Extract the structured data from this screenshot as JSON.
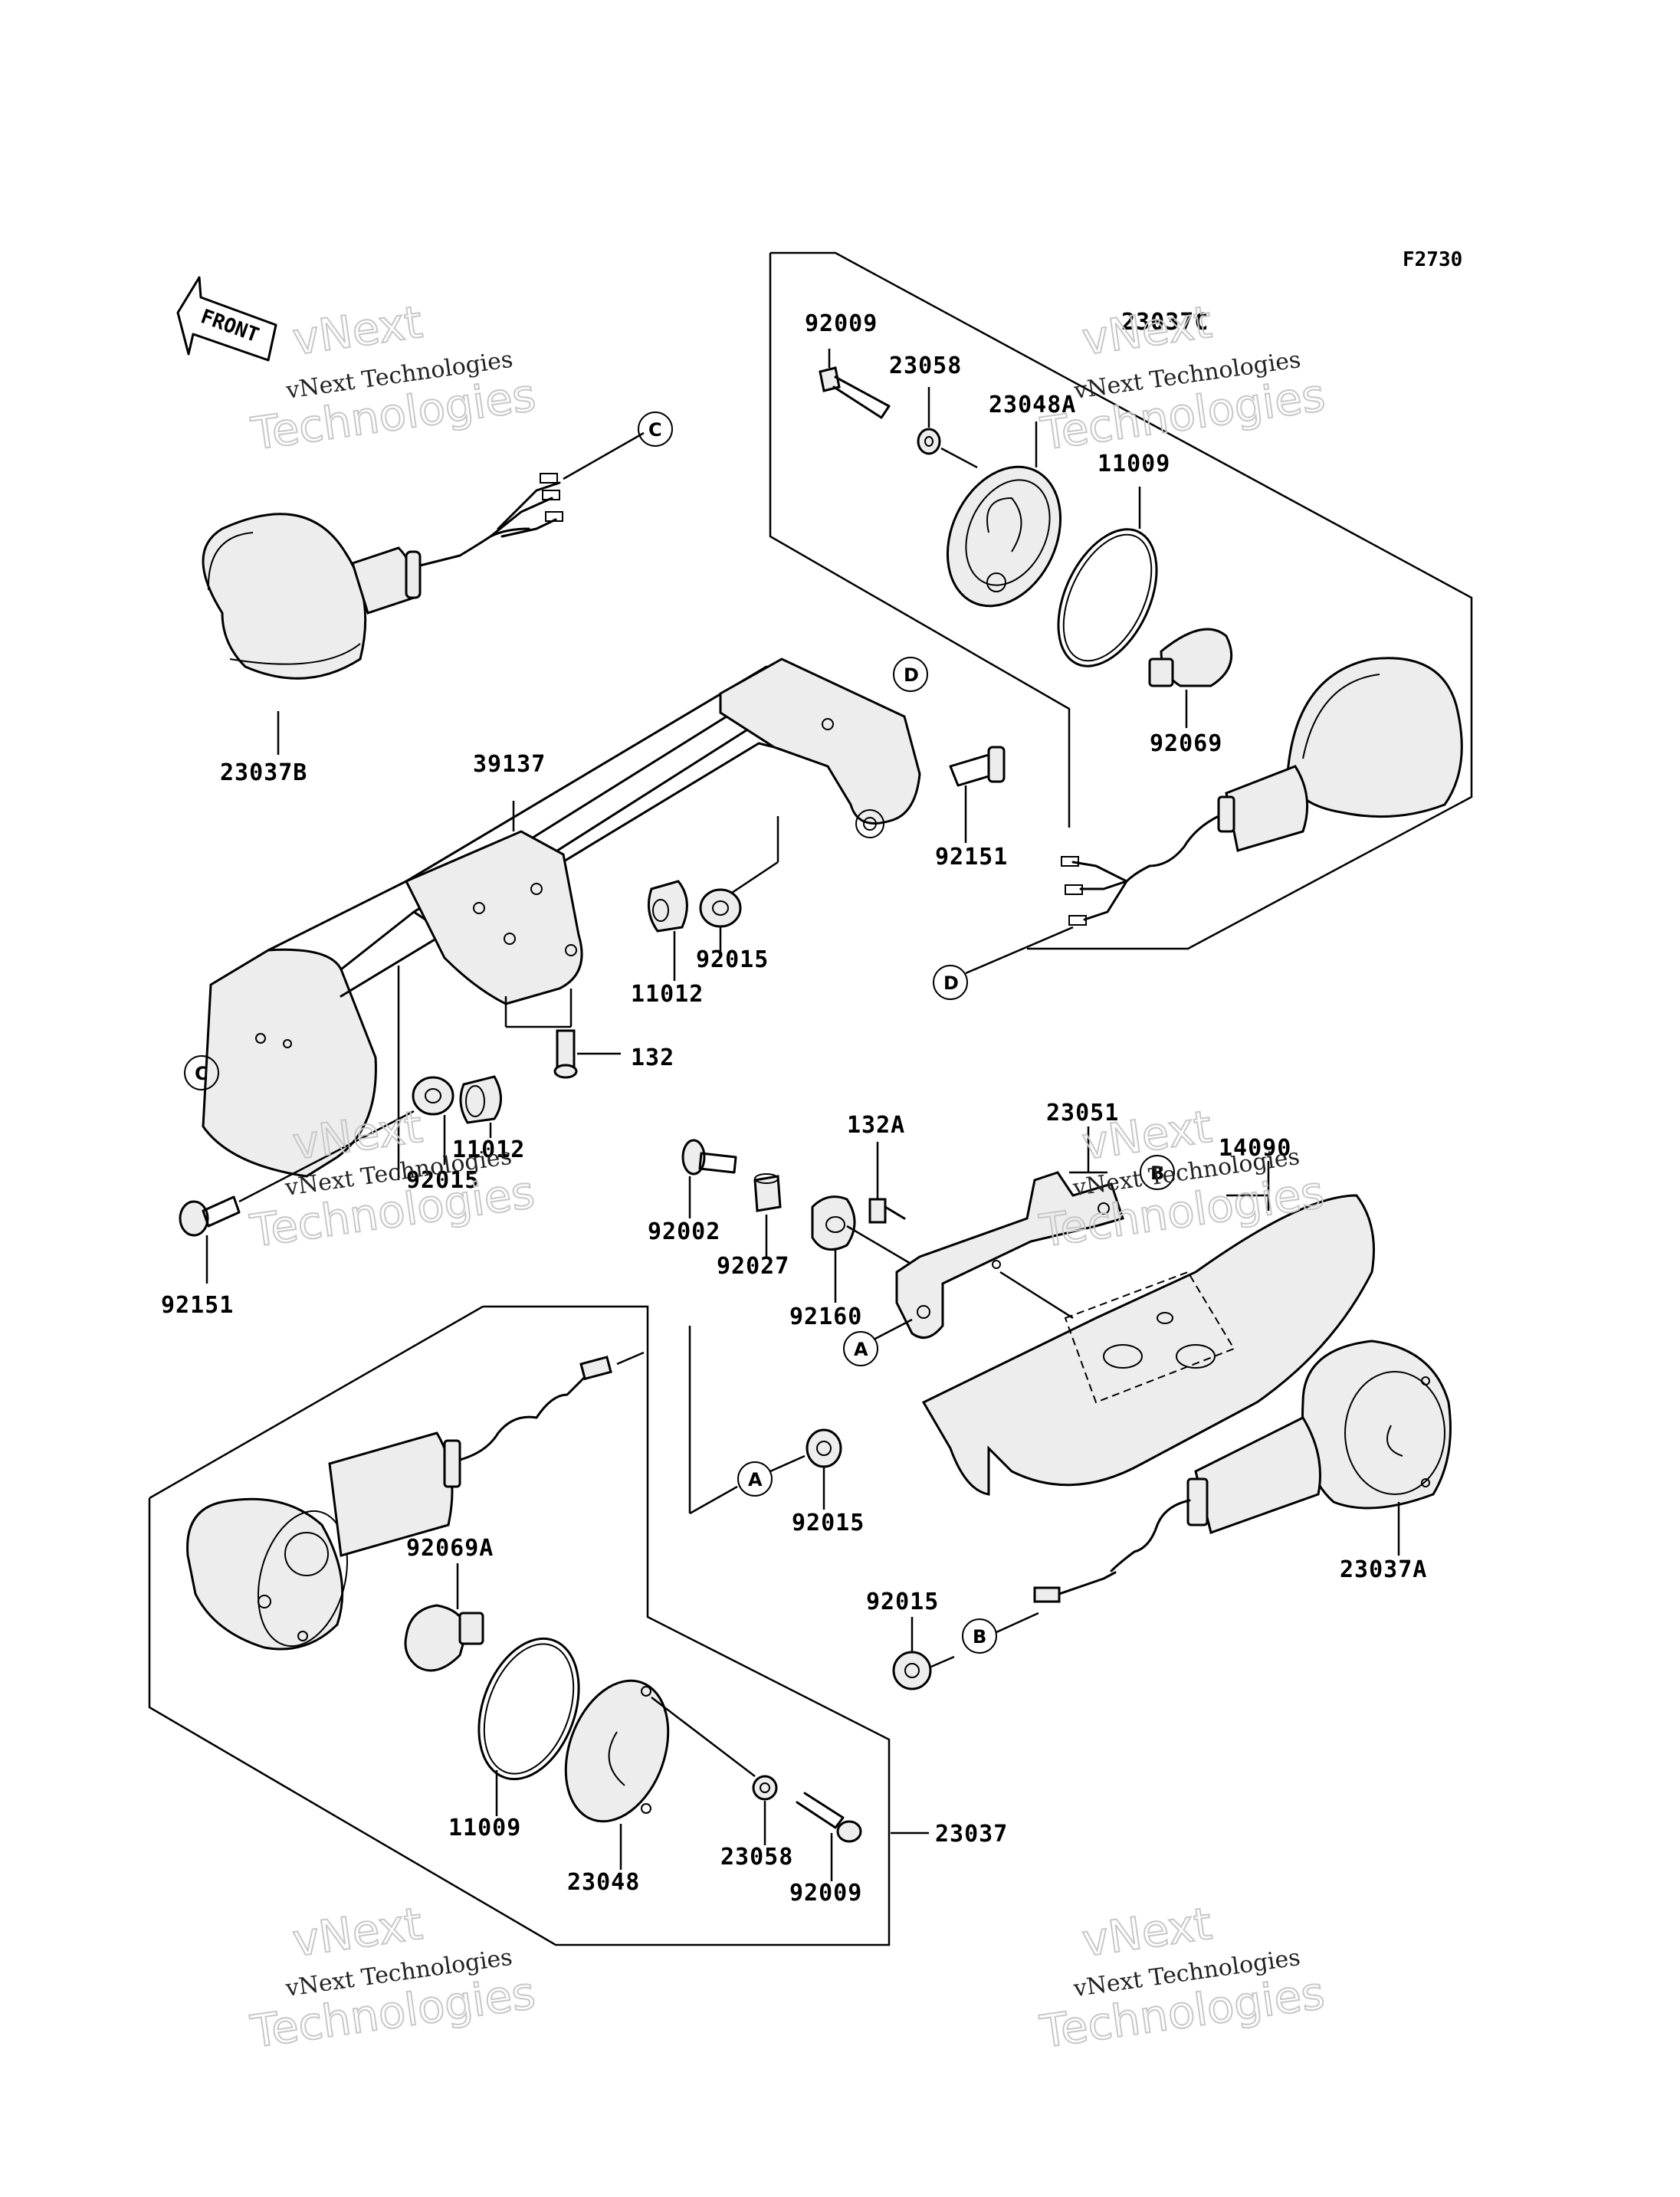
{
  "diagram_code": "F2730",
  "front_label": "FRONT",
  "watermark": {
    "line1": "vNext Technologies",
    "big1": "vNext",
    "big2": "Technologies"
  },
  "ref_markers": {
    "a": "A",
    "b": "B",
    "c": "C",
    "d": "D"
  },
  "parts": {
    "p23037B": "23037B",
    "p39137": "39137",
    "p92151_top": "92151",
    "p92015_top": "92015",
    "p11012_top": "11012",
    "p132": "132",
    "p11012_mid": "11012",
    "p92015_mid": "92015",
    "p92151_left": "92151",
    "p92009_top": "92009",
    "p23058_top": "23058",
    "p23048A": "23048A",
    "p23037C": "23037C",
    "p11009_top": "11009",
    "p92069": "92069",
    "p132A": "132A",
    "p23051": "23051",
    "p14090": "14090",
    "p92002": "92002",
    "p92027": "92027",
    "p92160": "92160",
    "p92015_a": "92015",
    "p23037A": "23037A",
    "p92015_b": "92015",
    "p92069A": "92069A",
    "p11009_bot": "11009",
    "p23048": "23048",
    "p23058_bot": "23058",
    "p92009_bot": "92009",
    "p23037": "23037"
  }
}
